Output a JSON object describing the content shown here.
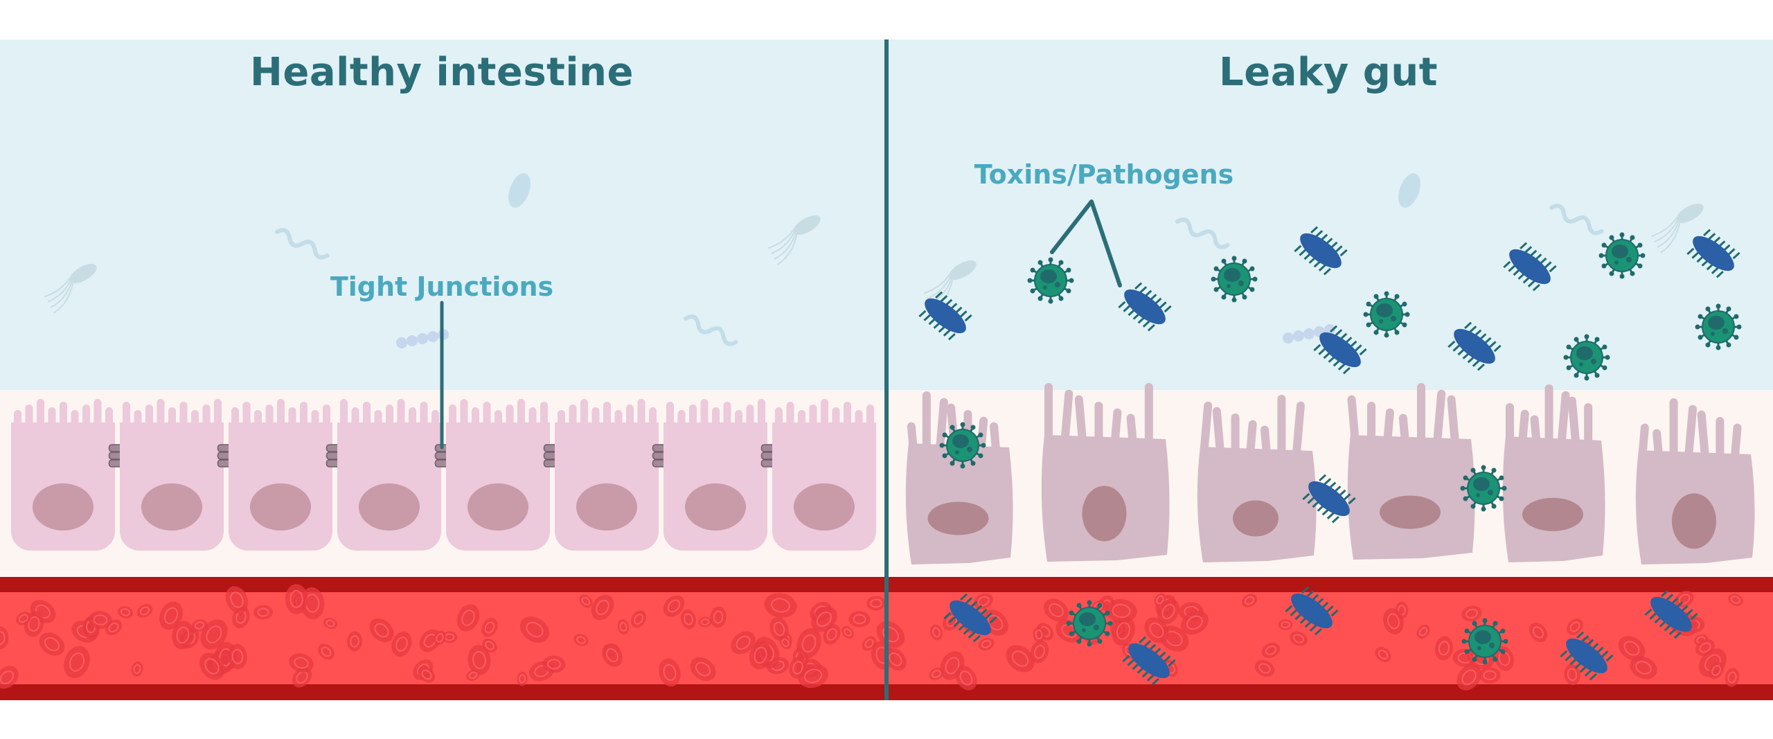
{
  "panels": {
    "healthy": {
      "title": "Healthy intestine",
      "label": "Tight Junctions"
    },
    "leaky": {
      "title": "Leaky gut",
      "label": "Toxins/Pathogens"
    }
  },
  "colors": {
    "lumen": "#e1f1f6",
    "tissue": "#fdf5f1",
    "healthy_cell": "#ecc9db",
    "healthy_nucleus": "#c99aa8",
    "leaky_cell": "#d3bac6",
    "leaky_nucleus": "#b3878f",
    "blood": "#ff5151",
    "vessel_wall": "#b31414",
    "rbc": "#e83a40",
    "virus": "#1a9474",
    "virus_dark": "#216a6b",
    "bacteria": "#2b5fa6",
    "divider": "#2b6e78",
    "title": "#2b6e78",
    "label": "#4aa9bf"
  }
}
